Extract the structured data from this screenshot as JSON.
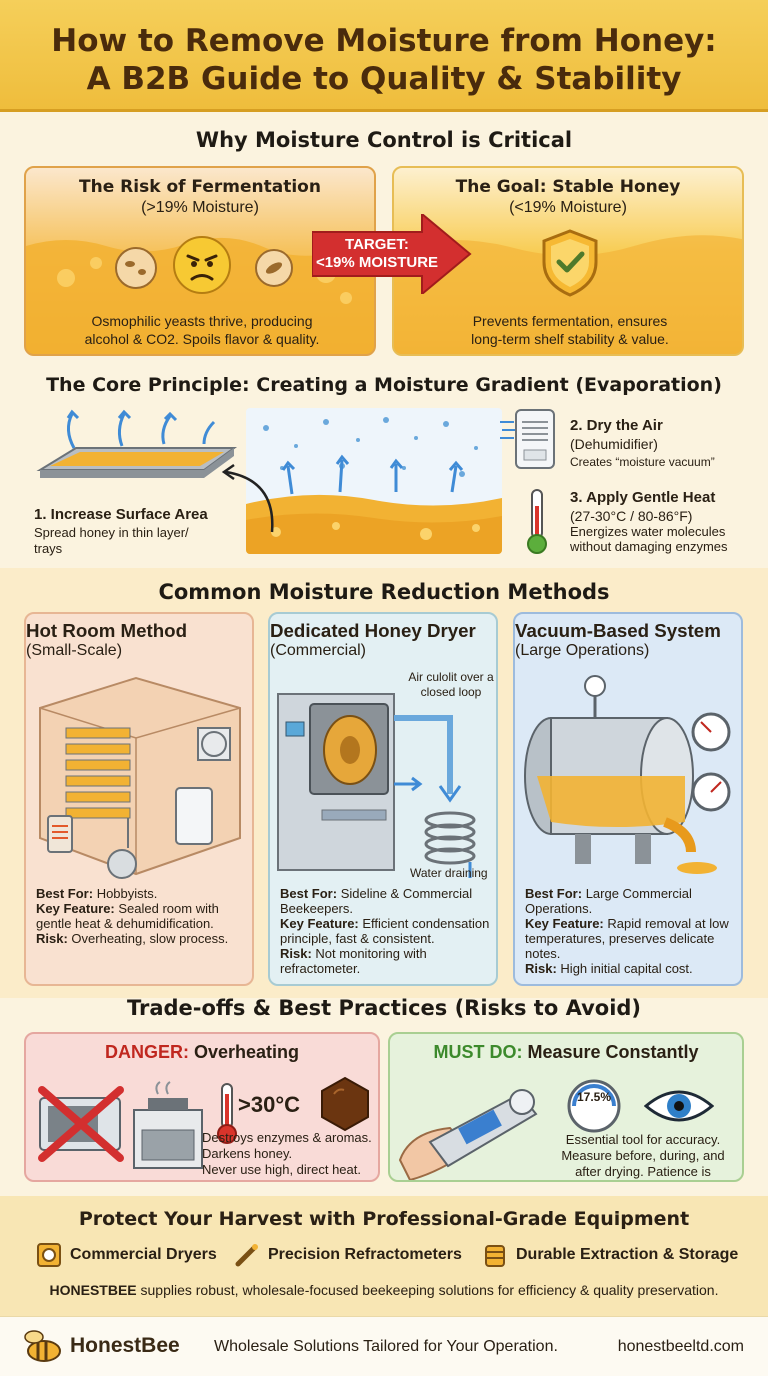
{
  "header": {
    "title_line1": "How to Remove Moisture from Honey:",
    "title_line2": "A B2B Guide to Quality & Stability"
  },
  "section_why": {
    "title": "Why Moisture Control is Critical",
    "risk": {
      "title": "The Risk of Fermentation",
      "subtitle": "(>19% Moisture)",
      "desc_line1": "Osmophilic yeasts thrive, producing",
      "desc_line2": "alcohol & CO2. Spoils flavor & quality."
    },
    "target": {
      "line1": "TARGET:",
      "line2": "<19% MOISTURE"
    },
    "goal": {
      "title": "The Goal: Stable Honey",
      "subtitle": "(<19% Moisture)",
      "desc_line1": "Prevents fermentation, ensures",
      "desc_line2": "long-term shelf stability & value."
    }
  },
  "section_principle": {
    "title": "The Core Principle: Creating a Moisture Gradient (Evaporation)",
    "step1": {
      "title": "1. Increase Surface Area",
      "desc_line1": "Spread honey in thin layer/",
      "desc_line2": "trays"
    },
    "step2": {
      "title_line1": "2. Dry the Air",
      "title_line2": "(Dehumidifier)",
      "desc": "Creates “moisture vacuum”"
    },
    "step3": {
      "title_line1": "3. Apply Gentle Heat",
      "title_line2": "(27-30°C / 80-86°F)",
      "desc_line1": "Energizes water molecules",
      "desc_line2": "without damaging enzymes"
    }
  },
  "section_methods": {
    "title": "Common Moisture Reduction Methods",
    "methods": [
      {
        "title": "Hot Room Method",
        "subtitle": "(Small-Scale)",
        "best_label": "Best For:",
        "best": "Hobbyists.",
        "feature_label": "Key Feature:",
        "feature": "Sealed room with gentle heat & dehumidification.",
        "risk_label": "Risk:",
        "risk": "Overheating, slow process."
      },
      {
        "title": "Dedicated Honey Dryer",
        "subtitle": "(Commercial)",
        "note_top": "Air culolit over a closed loop",
        "note_bottom": "Water draining",
        "best_label": "Best For:",
        "best": "Sideline & Commercial Beekeepers.",
        "feature_label": "Key Feature:",
        "feature": "Efficient condensation principle, fast & consistent.",
        "risk_label": "Risk:",
        "risk": "Not monitoring with refractometer."
      },
      {
        "title": "Vacuum-Based System",
        "subtitle": "(Large Operations)",
        "best_label": "Best For:",
        "best": "Large Commercial Operations.",
        "feature_label": "Key Feature:",
        "feature": "Rapid removal at low temperatures, preserves delicate notes.",
        "risk_label": "Risk:",
        "risk": "High initial capital cost."
      }
    ]
  },
  "section_tradeoffs": {
    "title": "Trade-offs & Best Practices (Risks to Avoid)",
    "danger": {
      "label": "DANGER:",
      "title": "Overheating",
      "temp": ">30°C",
      "desc_line1": "Destroys enzymes & aromas.",
      "desc_line2": "Darkens honey.",
      "desc_line3": "Never use high, direct heat."
    },
    "must": {
      "label": "MUST DO:",
      "title": "Measure Constantly",
      "reading": "17.5%",
      "desc_line1": "Essential tool for accuracy.",
      "desc_line2": "Measure before, during, and",
      "desc_line3": "after drying. Patience is required."
    }
  },
  "section_protect": {
    "title": "Protect Your Harvest with Professional-Grade Equipment",
    "items": [
      "Commercial Dryers",
      "Precision Refractometers",
      "Durable Extraction & Storage"
    ],
    "brand": "HONESTBEE",
    "desc": " supplies robust, wholesale-focused beekeeping solutions for efficiency & quality preservation."
  },
  "footer": {
    "brand": "HonestBee",
    "tagline": "Wholesale Solutions Tailored for Your Operation.",
    "url": "honestbeeltd.com"
  },
  "colors": {
    "header_bg": "#f2c64a",
    "title_brown": "#4a2b0c",
    "danger_red": "#c0271f",
    "must_green": "#3c8a2c",
    "target_red": "#d32f2f"
  },
  "icons": [
    "angry-face-icon",
    "shield-check-icon",
    "thermometer-icon",
    "dehumidifier-icon",
    "fan-icon",
    "gauge-icon",
    "eye-icon",
    "refractometer-icon",
    "microwave-crossed-icon",
    "stove-icon",
    "honeycomb-icon",
    "dryer-icon",
    "storage-icon",
    "bee-logo-icon"
  ]
}
